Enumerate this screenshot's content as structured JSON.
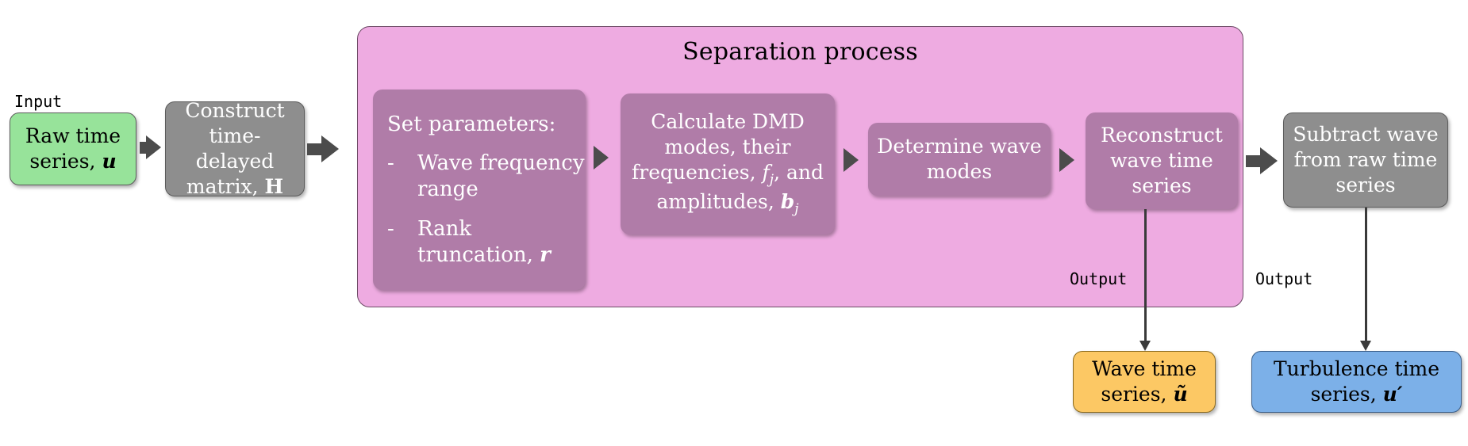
{
  "diagram": {
    "type": "flowchart",
    "title": "DMD wave-turbulence separation workflow"
  },
  "input": {
    "label": "Input",
    "box": {
      "line1": "Raw time",
      "line2_prefix": "series, ",
      "line2_symbol": "u",
      "color": "#97e39a"
    }
  },
  "construct": {
    "line1": "Construct",
    "line2": "time-delayed",
    "line3_prefix": "matrix, ",
    "line3_symbol": "H",
    "color": "#8e8e8e"
  },
  "separation_panel": {
    "title": "Separation process",
    "color": "#eeabe1",
    "border_color": "#6d4a66"
  },
  "set_parameters": {
    "heading": "Set parameters:",
    "dash": "-",
    "items": [
      "Wave frequency range",
      "Rank truncation, r"
    ],
    "item1_text": "Wave frequency range",
    "item2_prefix": "Rank truncation, ",
    "item2_symbol": "r",
    "color": "#b07ca8"
  },
  "calculate_dmd": {
    "line1": "Calculate DMD",
    "line2": "modes, their",
    "line3_prefix": "frequencies, ",
    "line3_symbol": "f",
    "line3_sub": "j",
    "line3_suffix": ", and",
    "line4_prefix": "amplitudes, ",
    "line4_symbol": "b",
    "line4_sub": "j",
    "color": "#b07ca8"
  },
  "determine_modes": {
    "line1": "Determine wave",
    "line2": "modes",
    "color": "#b07ca8"
  },
  "reconstruct": {
    "line1": "Reconstruct",
    "line2": "wave time",
    "line3": "series",
    "color": "#b07ca8"
  },
  "subtract": {
    "line1": "Subtract wave",
    "line2": "from raw time",
    "line3": "series",
    "color": "#8e8e8e"
  },
  "outputs": [
    {
      "label": "Output",
      "line1": "Wave time",
      "line2_prefix": "series, ",
      "line2_symbol": "ũ",
      "color": "#fcc864"
    },
    {
      "label": "Output",
      "line1": "Turbulence time",
      "line2_prefix": "series, ",
      "line2_symbol": "u′",
      "color": "#7cb0e8"
    }
  ],
  "arrow_color": "#4c4c4c",
  "connector_color": "#3a3a3a"
}
